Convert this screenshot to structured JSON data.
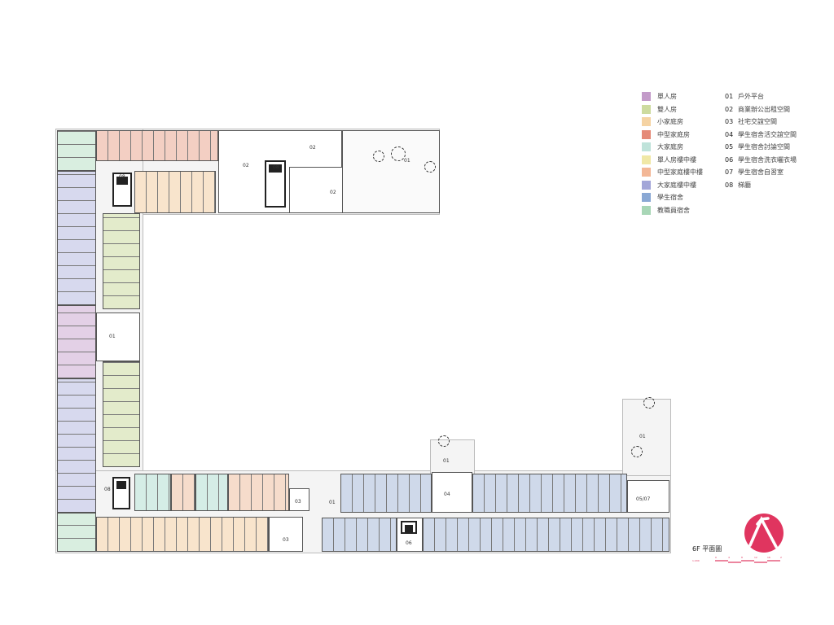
{
  "plan": {
    "title": "6F 平面圖",
    "scale_ratio": "1:200",
    "scale_ticks": [
      "0",
      "4",
      "8",
      "12",
      "16",
      "20 M"
    ],
    "labels": {
      "stair_a": "08",
      "stair_b": "08",
      "stair_c": "08",
      "office_a": "02",
      "office_b": "02",
      "office_c": "02",
      "garden_top": "01",
      "atrium": "01",
      "garden_mid": "01",
      "garden_right": "01",
      "terrace_bottom": "01",
      "shared_a": "03",
      "shared_b": "03",
      "activity": "04",
      "laundry": "06",
      "study": "05/07"
    }
  },
  "legend_colors": [
    {
      "label": "單人房",
      "color": "#c39bc9"
    },
    {
      "label": "雙人房",
      "color": "#cddb9f"
    },
    {
      "label": "小家庭房",
      "color": "#f5d3a3"
    },
    {
      "label": "中型家庭房",
      "color": "#e58a78"
    },
    {
      "label": "大家庭房",
      "color": "#bfe3da"
    },
    {
      "label": "單人房樓中樓",
      "color": "#f0e8a6"
    },
    {
      "label": "中型家庭樓中樓",
      "color": "#f3b796"
    },
    {
      "label": "大家庭樓中樓",
      "color": "#a3a6d8"
    },
    {
      "label": "學生宿舍",
      "color": "#8aa8d4"
    },
    {
      "label": "教職員宿舍",
      "color": "#a8d6b6"
    }
  ],
  "legend_spaces": [
    {
      "code": "01",
      "label": "戶外平台"
    },
    {
      "code": "02",
      "label": "商業辦公出租空間"
    },
    {
      "code": "03",
      "label": "社宅交誼空間"
    },
    {
      "code": "04",
      "label": "學生宿舍活交誼空間"
    },
    {
      "code": "05",
      "label": "學生宿舍討論空間"
    },
    {
      "code": "06",
      "label": "學生宿舍洗衣曬衣場"
    },
    {
      "code": "07",
      "label": "學生宿舍自習室"
    },
    {
      "code": "08",
      "label": "梯廳"
    }
  ],
  "accent": "#e0355f"
}
